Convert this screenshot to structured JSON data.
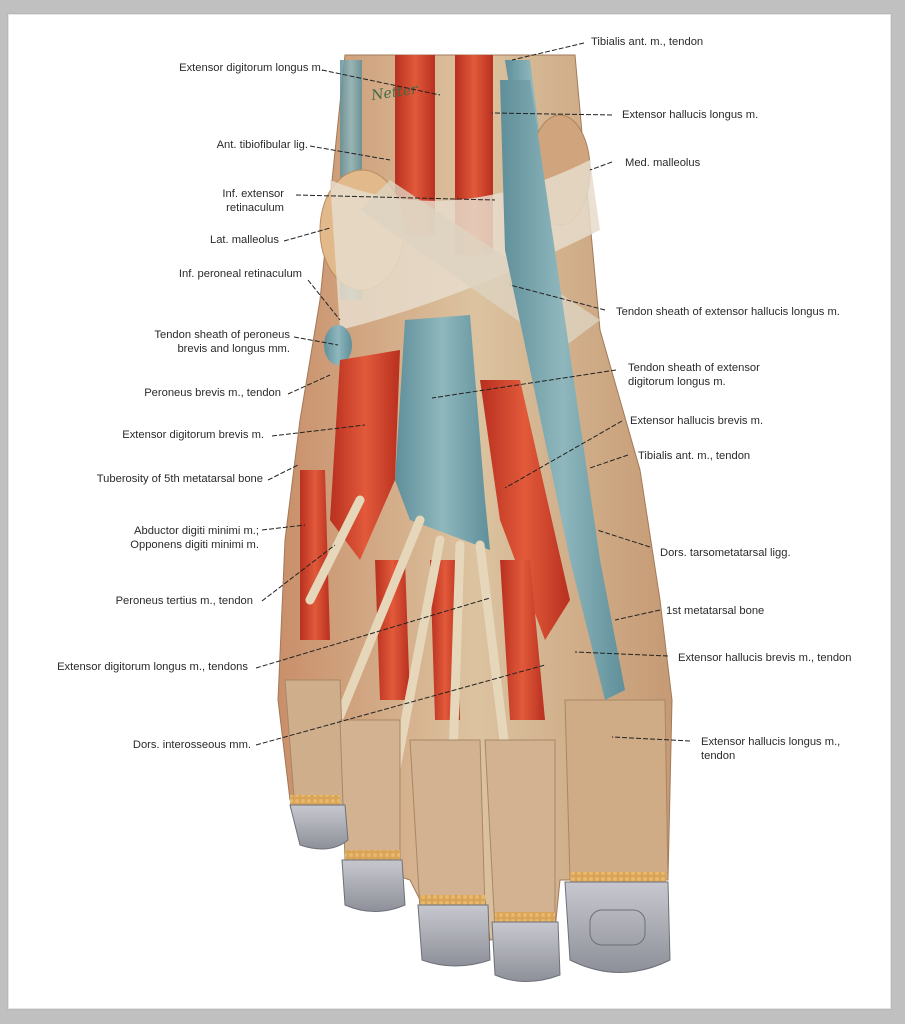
{
  "figure": {
    "subject": "Dorsal view of foot — muscles, tendons and tendon sheaths",
    "colors": {
      "frame_background": "#c0c0c0",
      "canvas_background": "#ffffff",
      "muscle_red": "#d4442a",
      "tendon_sheath_blue": "#6f9fa8",
      "tendon_tan": "#d8c3a2",
      "skin_tan": "#c9a27a",
      "nail_gray": "#a9abb3",
      "label_text": "#2a2a2a"
    },
    "signature": "Netter"
  },
  "labels_left": [
    {
      "id": "ext-dig-longus",
      "lines": [
        "Extensor digitorum longus m."
      ]
    },
    {
      "id": "ant-tibiofibular",
      "lines": [
        "Ant. tibiofibular lig."
      ]
    },
    {
      "id": "inf-ext-retinaculum",
      "lines": [
        "Inf. extensor",
        "retinaculum"
      ]
    },
    {
      "id": "lat-malleolus",
      "lines": [
        "Lat. malleolus"
      ]
    },
    {
      "id": "inf-peroneal-retinaculum",
      "lines": [
        "Inf. peroneal retinaculum"
      ]
    },
    {
      "id": "tendon-sheath-peroneus",
      "lines": [
        "Tendon sheath of peroneus",
        "brevis and longus mm."
      ]
    },
    {
      "id": "peroneus-brevis",
      "lines": [
        "Peroneus brevis m., tendon"
      ]
    },
    {
      "id": "ext-dig-brevis",
      "lines": [
        "Extensor digitorum brevis m."
      ]
    },
    {
      "id": "tuberosity-5th",
      "lines": [
        "Tuberosity of 5th metatarsal bone"
      ]
    },
    {
      "id": "abductor-digiti",
      "lines": [
        "Abductor digiti minimi m.;",
        "Opponens digiti minimi m."
      ]
    },
    {
      "id": "peroneus-tertius",
      "lines": [
        "Peroneus tertius m., tendon"
      ]
    },
    {
      "id": "ext-dig-longus-tendons",
      "lines": [
        "Extensor digitorum longus m., tendons"
      ]
    },
    {
      "id": "dors-interosseous",
      "lines": [
        "Dors. interosseous mm."
      ]
    }
  ],
  "labels_right": [
    {
      "id": "tibialis-ant-top",
      "lines": [
        "Tibialis ant. m., tendon"
      ]
    },
    {
      "id": "ext-hallucis-longus",
      "lines": [
        "Extensor hallucis longus m."
      ]
    },
    {
      "id": "med-malleolus",
      "lines": [
        "Med. malleolus"
      ]
    },
    {
      "id": "tendon-sheath-ehl",
      "lines": [
        "Tendon sheath of extensor hallucis longus m."
      ]
    },
    {
      "id": "tendon-sheath-edl",
      "lines": [
        "Tendon sheath of extensor",
        "digitorum longus m."
      ]
    },
    {
      "id": "ext-hallucis-brevis",
      "lines": [
        "Extensor hallucis brevis m."
      ]
    },
    {
      "id": "tibialis-ant-lower",
      "lines": [
        "Tibialis ant. m., tendon"
      ]
    },
    {
      "id": "dors-tarsometatarsal",
      "lines": [
        "Dors. tarsometatarsal ligg."
      ]
    },
    {
      "id": "first-metatarsal",
      "lines": [
        "1st metatarsal bone"
      ]
    },
    {
      "id": "ehb-tendon",
      "lines": [
        "Extensor hallucis brevis m., tendon"
      ]
    },
    {
      "id": "ehl-tendon",
      "lines": [
        "Extensor hallucis longus m.,",
        "tendon"
      ]
    }
  ]
}
